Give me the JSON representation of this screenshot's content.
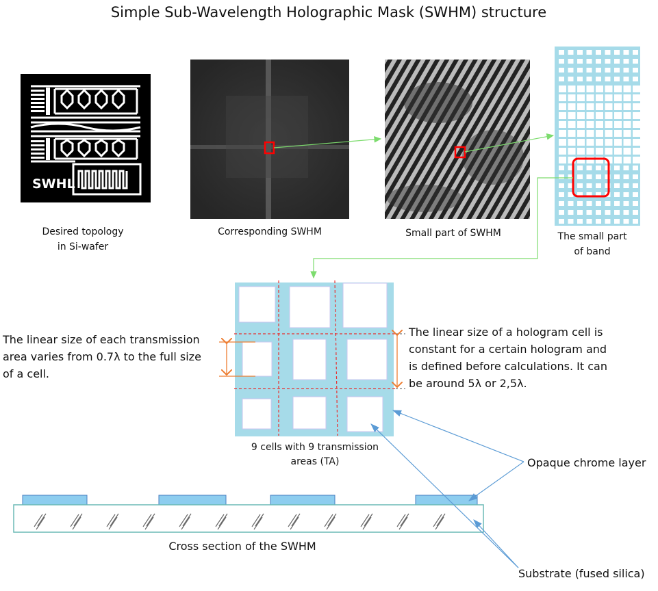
{
  "title": "Simple Sub-Wavelength Holographic Mask (SWHM) structure",
  "panels": {
    "topology": {
      "label_line1": "Desired topology",
      "label_line2": "in Si-wafer",
      "logo_text": "SWHL"
    },
    "swhm": {
      "label": "Corresponding SWHM"
    },
    "small_part": {
      "label": "Small part of SWHM"
    },
    "band": {
      "label_line1": "The small part",
      "label_line2": "of band"
    }
  },
  "cells": {
    "caption_line1": "9 cells with 9 transmission",
    "caption_line2": "areas (TA)"
  },
  "notes": {
    "left": [
      "The linear size of each transmission",
      "area varies from 0.7λ to the full size",
      "of a cell."
    ],
    "right": [
      "The linear size of a hologram cell is",
      "constant for a certain hologram and",
      "is defined before calculations. It can",
      "be around 5λ or 2,5λ."
    ]
  },
  "callouts": {
    "chrome": "Opaque chrome layer",
    "substrate": "Substrate (fused silica)"
  },
  "cross_section": {
    "label": "Cross section of the SWHM"
  },
  "colors": {
    "chrome": "#a6dbe9",
    "highlight": "#ff0000",
    "arrow_green": "#7ddc6e",
    "arrow_blue": "#5b9bd5",
    "dimension": "#ed7d31"
  }
}
